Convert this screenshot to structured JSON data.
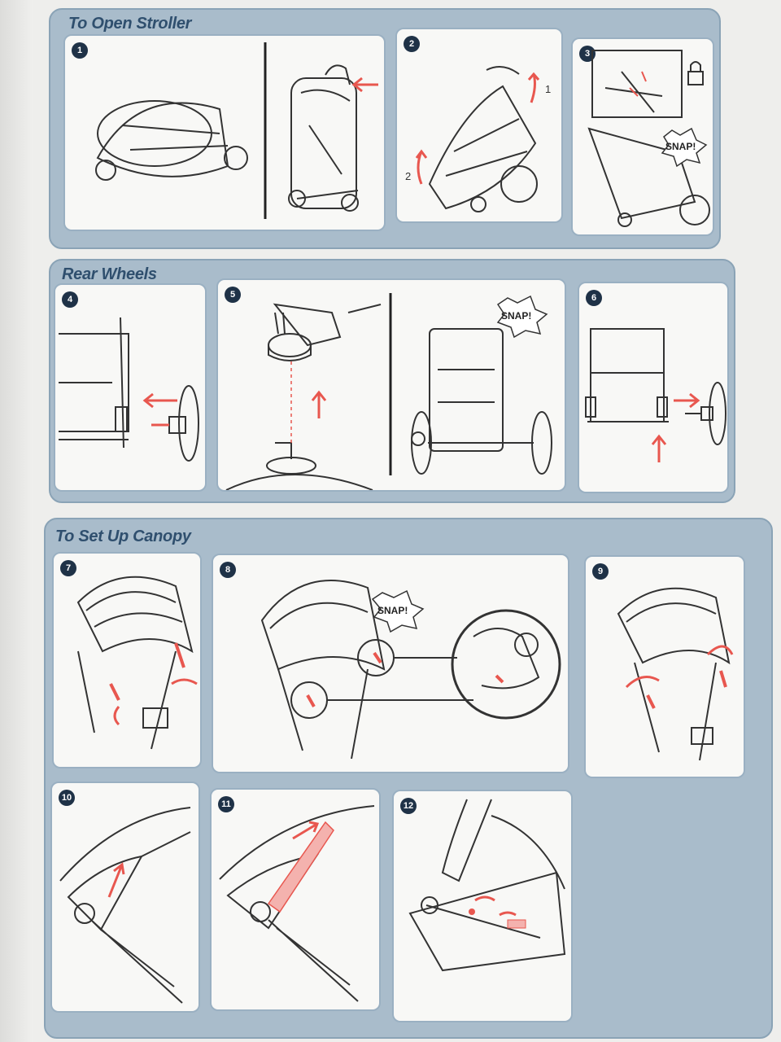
{
  "sections": {
    "open_stroller": {
      "title": "To Open Stroller"
    },
    "rear_wheels": {
      "title": "Rear Wheels"
    },
    "canopy": {
      "title": "To Set Up Canopy"
    }
  },
  "steps": {
    "s1": "1",
    "s2": "2",
    "s3": "3",
    "s4": "4",
    "s5": "5",
    "s6": "6",
    "s7": "7",
    "s8": "8",
    "s9": "9",
    "s10": "10",
    "s11": "11",
    "s12": "12"
  },
  "annotations": {
    "arrow_1": "1",
    "arrow_2": "2",
    "snap": "SNAP!"
  },
  "colors": {
    "accent_red": "#e8574f",
    "section_blue": "#a9bccb",
    "title_blue": "#2f4f6e"
  }
}
